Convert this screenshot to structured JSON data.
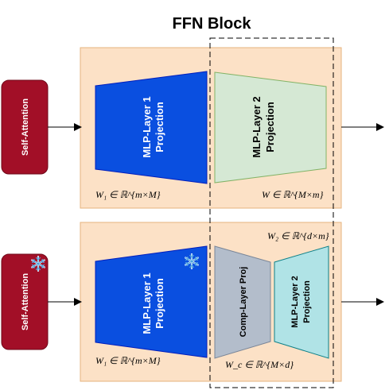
{
  "title": "FFN Block",
  "colors": {
    "block_fill": "#fce1c6",
    "block_stroke": "#e6b37d",
    "self_attention_fill": "#a20f27",
    "mlp1_fill": "#0a4fe0",
    "mlp2_top_fill": "#d5e8d4",
    "mlp2_top_stroke": "#82b366",
    "comp_fill": "#b3bdcb",
    "comp_stroke": "#7a8698",
    "mlp2_bottom_fill": "#b0e3e6",
    "mlp2_bottom_stroke": "#0e8088"
  },
  "top_block": {
    "self_attention_label": "Self-Attention",
    "mlp1_label_line1": "MLP-Layer 1",
    "mlp1_label_line2": "Projection",
    "mlp2_label_line1": "MLP-Layer 2",
    "mlp2_label_line2": "Projection",
    "w1_label": "W₁ ∈ ℝ^{m×M}",
    "w_label": "W  ∈ ℝ^{M×m}"
  },
  "bottom_block": {
    "self_attention_label": "Self-Attention",
    "self_attention_icon": "snowflake-icon",
    "mlp1_icon": "snowflake-icon",
    "mlp1_label_line1": "MLP-Layer 1",
    "mlp1_label_line2": "Projection",
    "comp_label": "Comp-Layer Proj",
    "mlp2_label_line1": "MLP-Layer 2",
    "mlp2_label_line2": "Projection",
    "w1_label": "W₁ ∈ ℝ^{m×M}",
    "w2_label": "W₂ ∈ ℝ^{d×m}",
    "wc_label": "W_c ∈ ℝ^{M×d}"
  }
}
